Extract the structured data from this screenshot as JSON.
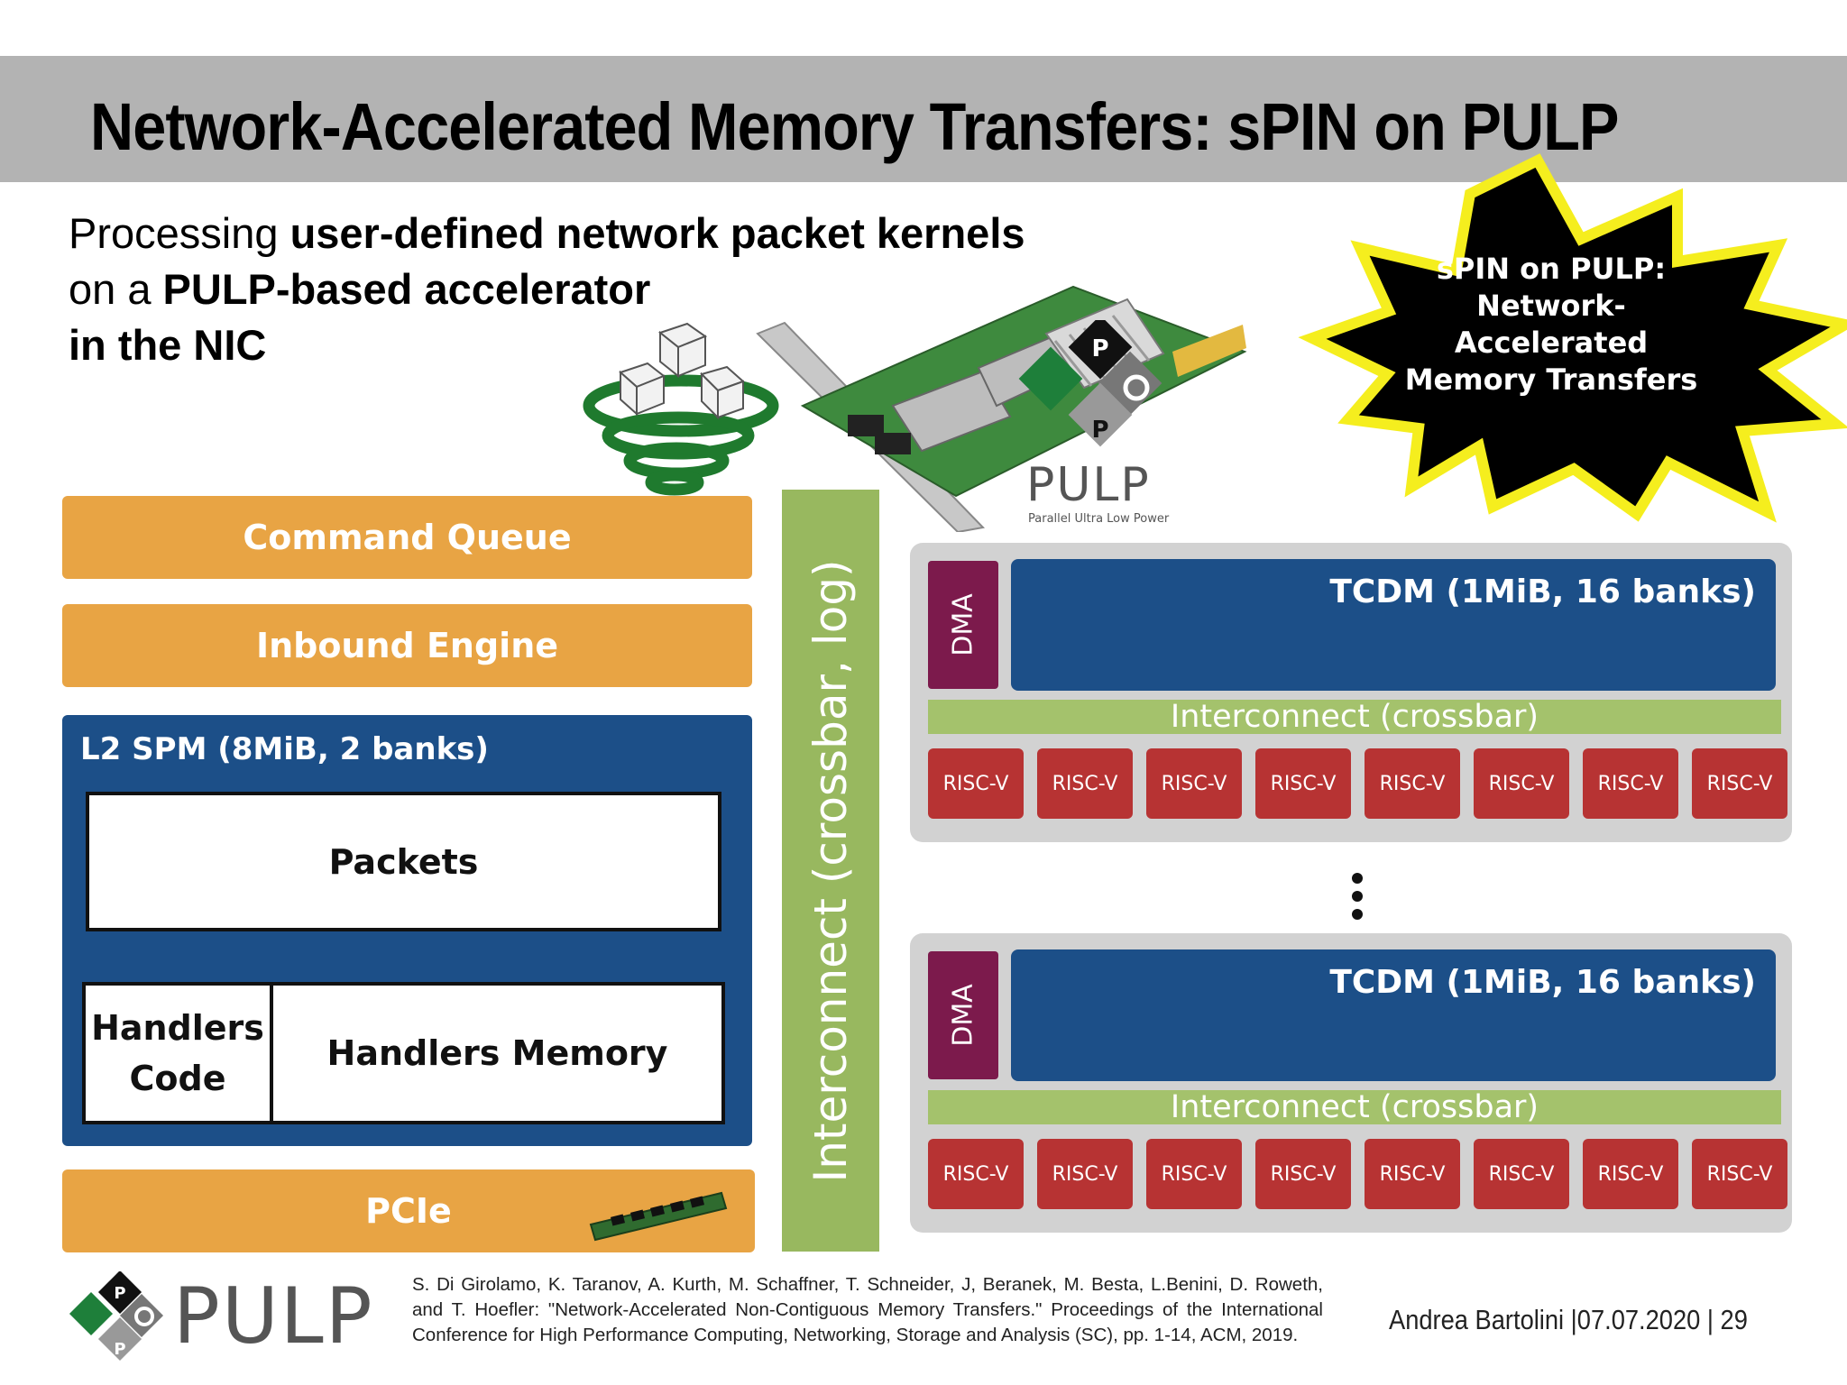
{
  "title": "Network-Accelerated Memory Transfers: sPIN on PULP",
  "subtitle": {
    "line1_prefix": "Processing ",
    "line1_bold": "user-defined network packet kernels",
    "line2_prefix": "on a ",
    "line2_bold": "PULP-based accelerator",
    "line3_bold": "in the NIC"
  },
  "callout": {
    "line1": "sPIN on PULP:",
    "line2": "Network-",
    "line3": "Accelerated",
    "line4": "Memory Transfers"
  },
  "nic_logo": {
    "letter_top": "P",
    "letter_bottom": "P",
    "wordmark": "PULP",
    "tagline": "Parallel Ultra Low Power"
  },
  "blocks": {
    "command_queue": "Command Queue",
    "inbound_engine": "Inbound Engine",
    "l2_spm": "L2 SPM (8MiB, 2 banks)",
    "packets": "Packets",
    "handlers_code_1": "Handlers",
    "handlers_code_2": "Code",
    "handlers_memory": "Handlers Memory",
    "pcie": "PCIe",
    "interconnect_log": "Interconnect (crossbar, log)"
  },
  "clusters": [
    {
      "dma": "DMA",
      "tcdm": "TCDM (1MiB, 16 banks)",
      "interconnect": "Interconnect (crossbar)",
      "cores": [
        "RISC-V",
        "RISC-V",
        "RISC-V",
        "RISC-V",
        "RISC-V",
        "RISC-V",
        "RISC-V",
        "RISC-V"
      ]
    },
    {
      "dma": "DMA",
      "tcdm": "TCDM (1MiB, 16 banks)",
      "interconnect": "Interconnect (crossbar)",
      "cores": [
        "RISC-V",
        "RISC-V",
        "RISC-V",
        "RISC-V",
        "RISC-V",
        "RISC-V",
        "RISC-V",
        "RISC-V"
      ]
    }
  ],
  "footer_logo": {
    "letter_top": "P",
    "letter_bottom": "P",
    "wordmark": "PULP"
  },
  "citation": "S. Di Girolamo, K. Taranov, A. Kurth, M. Schaffner, T. Schneider, J, Beranek, M. Besta, L.Benini, D. Roweth, and T. Hoefler: \"Network-Accelerated Non-Contiguous Memory Transfers.\" Proceedings of the International Conference for High Performance Computing, Networking, Storage and Analysis (SC), pp. 1-14, ACM, 2019.",
  "footer": "Andrea Bartolini  |07.07.2020 |  29",
  "colors": {
    "orange": "#e8a444",
    "navy": "#1c4f88",
    "green": "#98b85f",
    "red": "#b73333",
    "purple": "#7c1a4c",
    "gray": "#b3b3b3",
    "star_outline": "#f5ee1e"
  }
}
